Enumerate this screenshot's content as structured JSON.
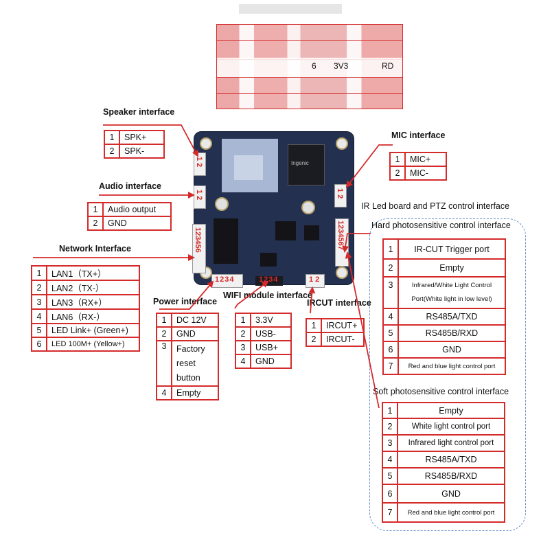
{
  "colors": {
    "table_border": "#d42a2a",
    "arrow": "#d42a2a",
    "board": "#23304f",
    "dashed": "#6a8fc7"
  },
  "top_table": {
    "visible_row": [
      "6",
      "3V3",
      "RD"
    ]
  },
  "board": {
    "chip_label": "Ingenic",
    "conn_spk": "1 2",
    "conn_audio": "1 2",
    "conn_mic": "1 2",
    "conn_net": "123456",
    "conn_power": "1234",
    "conn_wifi": "1234",
    "conn_ircut": "1 2",
    "conn_ir": "1234567"
  },
  "speaker": {
    "title": "Speaker interface",
    "rows": [
      [
        "1",
        "SPK+"
      ],
      [
        "2",
        "SPK-"
      ]
    ]
  },
  "audio": {
    "title": "Audio interface",
    "rows": [
      [
        "1",
        "Audio output"
      ],
      [
        "2",
        "GND"
      ]
    ]
  },
  "network": {
    "title": "Network Interface",
    "rows": [
      [
        "1",
        "LAN1（TX+）"
      ],
      [
        "2",
        "LAN2（TX-）"
      ],
      [
        "3",
        "LAN3（RX+）"
      ],
      [
        "4",
        "LAN6（RX-）"
      ],
      [
        "5",
        "LED Link+ (Green+)"
      ],
      [
        "6",
        "LED 100M+ (Yellow+)"
      ]
    ]
  },
  "mic": {
    "title": "MIC interface",
    "rows": [
      [
        "1",
        "MIC+"
      ],
      [
        "2",
        "MIC-"
      ]
    ]
  },
  "power": {
    "title": "Power interface",
    "rows": [
      [
        "1",
        "DC 12V"
      ],
      [
        "2",
        "GND"
      ],
      [
        "3",
        "Factory reset button"
      ],
      [
        "4",
        "Empty"
      ]
    ]
  },
  "wifi": {
    "title": "WIFI module interface",
    "rows": [
      [
        "1",
        "3.3V"
      ],
      [
        "2",
        "USB-"
      ],
      [
        "3",
        "USB+"
      ],
      [
        "4",
        "GND"
      ]
    ]
  },
  "ircut": {
    "title": "IRCUT interface",
    "rows": [
      [
        "1",
        "IRCUT+"
      ],
      [
        "2",
        "IRCUT-"
      ]
    ]
  },
  "ir_led": {
    "title": "IR Led board and PTZ control interface"
  },
  "hard": {
    "title": "Hard photosensitive control interface",
    "rows": [
      [
        "1",
        "IR-CUT Trigger port"
      ],
      [
        "2",
        "Empty"
      ],
      [
        "3",
        "Infrared/White Light Control Port(White light in low level)"
      ],
      [
        "4",
        "RS485A/TXD"
      ],
      [
        "5",
        "RS485B/RXD"
      ],
      [
        "6",
        "GND"
      ],
      [
        "7",
        "Red and blue light control port"
      ]
    ]
  },
  "soft": {
    "title": "Soft photosensitive control interface",
    "rows": [
      [
        "1",
        "Empty"
      ],
      [
        "2",
        "White light control port"
      ],
      [
        "3",
        "Infrared light control port"
      ],
      [
        "4",
        "RS485A/TXD"
      ],
      [
        "5",
        "RS485B/RXD"
      ],
      [
        "6",
        "GND"
      ],
      [
        "7",
        "Red and blue light control port"
      ]
    ]
  }
}
